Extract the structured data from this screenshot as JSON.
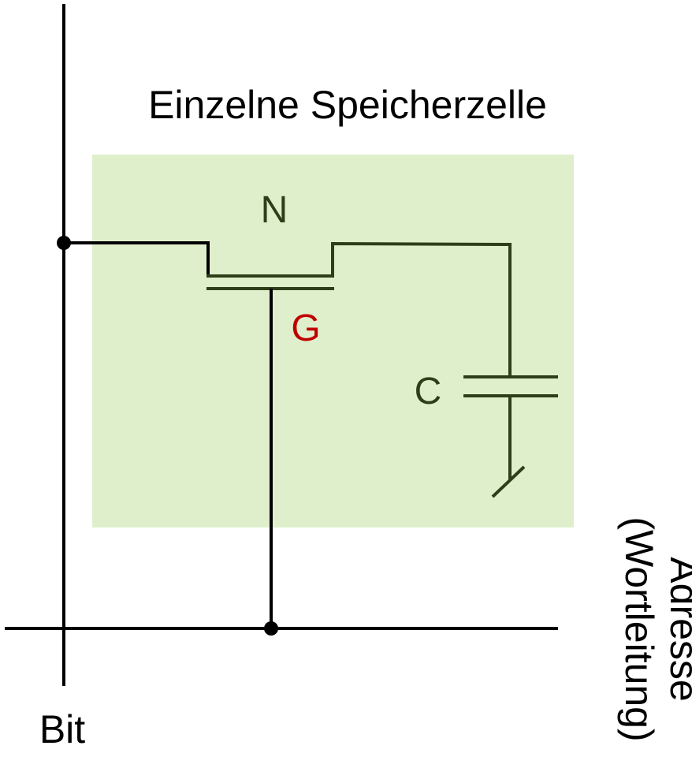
{
  "title": "Einzelne Speicherzelle",
  "labels": {
    "n": "N",
    "g": "G",
    "c": "C",
    "bit": "Bit",
    "address_line1": "Adresse",
    "address_line2": "(Wortleitung)"
  },
  "colors": {
    "cell_fill": "#dfefcc",
    "circuit": "#2d3f18",
    "bus": "#000000",
    "gate_label": "#c00000",
    "text": "#000000"
  }
}
